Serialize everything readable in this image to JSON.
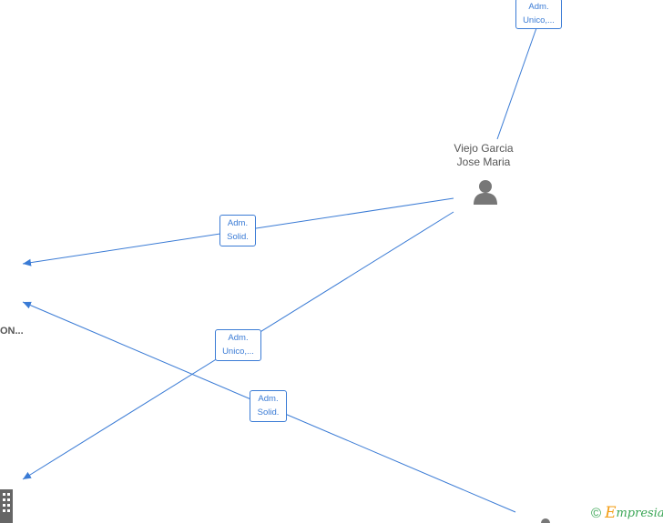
{
  "nodes": {
    "person_main": {
      "name_line1": "Viejo Garcia",
      "name_line2": "Jose Maria",
      "icon": "person-icon"
    },
    "company_left": {
      "name": "ON..."
    },
    "company_bottom": {
      "icon": "building-icon"
    },
    "person_bottom": {
      "icon": "person-icon"
    }
  },
  "edges": [
    {
      "id": "top",
      "line1": "Adm.",
      "line2": "Unico,..."
    },
    {
      "id": "solid1",
      "line1": "Adm.",
      "line2": "Solid."
    },
    {
      "id": "unico",
      "line1": "Adm.",
      "line2": "Unico,..."
    },
    {
      "id": "solid2",
      "line1": "Adm.",
      "line2": "Solid."
    }
  ],
  "colors": {
    "edge": "#3a7bd5",
    "node_icon": "#777777",
    "text": "#555555",
    "brand_green": "#3aa655",
    "brand_orange": "#f39c12"
  },
  "watermark": {
    "copyright": "©",
    "brand_initial": "E",
    "brand_rest": "mpresia"
  }
}
